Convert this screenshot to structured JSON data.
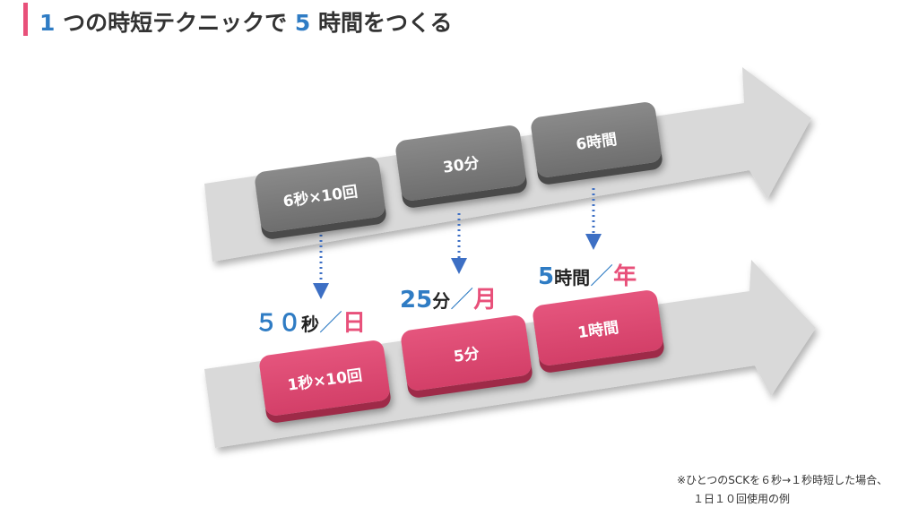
{
  "title": {
    "num1": "1",
    "text1": "つの時短テクニックで",
    "num2": "5",
    "text2": "時間をつくる"
  },
  "top_row": [
    "6秒×10回",
    "30分",
    "6時間"
  ],
  "bottom_row": [
    "1秒×10回",
    "5分",
    "1時間"
  ],
  "rates": [
    {
      "num": "５０",
      "unit": "秒",
      "slash": "／",
      "period": "日"
    },
    {
      "num": "25",
      "unit": "分",
      "slash": "／",
      "period": "月"
    },
    {
      "num": "5",
      "unit": "時間",
      "slash": "／",
      "period": "年"
    }
  ],
  "note": {
    "line1": "※ひとつのSCKを６秒→１秒時短した場合、",
    "line2": "１日１０回使用の例"
  },
  "colors": {
    "accent_blue": "#2f7cc4",
    "accent_pink": "#e8507a",
    "button_gray": "#7a7a7a"
  }
}
